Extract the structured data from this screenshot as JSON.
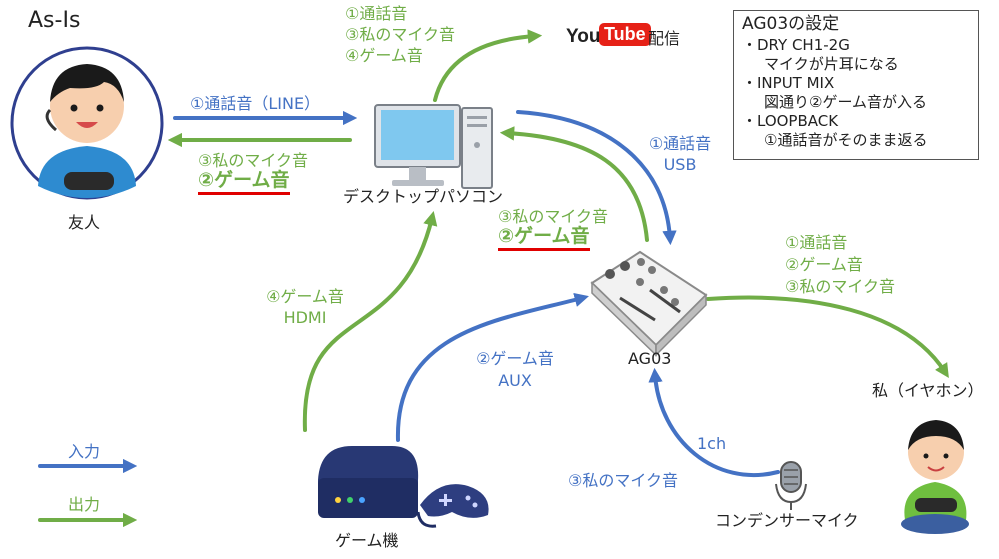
{
  "title": "As-Is",
  "youtube": {
    "you": "You",
    "tube": "Tube",
    "caption": "配信"
  },
  "settings": {
    "title": "AG03の設定",
    "lines": [
      "・DRY CH1-2G",
      "マイクが片耳になる",
      "・INPUT MIX",
      "図通り②ゲーム音が入る",
      "・LOOPBACK",
      "①通話音がそのまま返る"
    ]
  },
  "nodes": {
    "friend": "友人",
    "pc": "デスクトップパソコン",
    "ag03": "AG03",
    "me": "私（イヤホン）",
    "game": "ゲーム機",
    "mic": "コンデンサーマイク"
  },
  "edges": {
    "friend_in": "①通話音（LINE）",
    "friend_out_voice": "③私のマイク音",
    "friend_out_game": "②ゲーム音",
    "stream_1": "①通話音",
    "stream_2": "③私のマイク音",
    "stream_3": "④ゲーム音",
    "usb_1": "①通話音",
    "usb_2": "USB",
    "ag_pc_voice": "③私のマイク音",
    "ag_pc_game": "②ゲーム音",
    "me_1": "①通話音",
    "me_2": "②ゲーム音",
    "me_3": "③私のマイク音",
    "hdmi_1": "④ゲーム音",
    "hdmi_2": "HDMI",
    "aux_1": "②ゲーム音",
    "aux_2": "AUX",
    "mic_ch": "1ch",
    "mic_voice": "③私のマイク音"
  },
  "legend": {
    "input": "入力",
    "output": "出力"
  },
  "colors": {
    "input": "#4472c4",
    "output": "#70ad47",
    "underline": "#e00000"
  }
}
